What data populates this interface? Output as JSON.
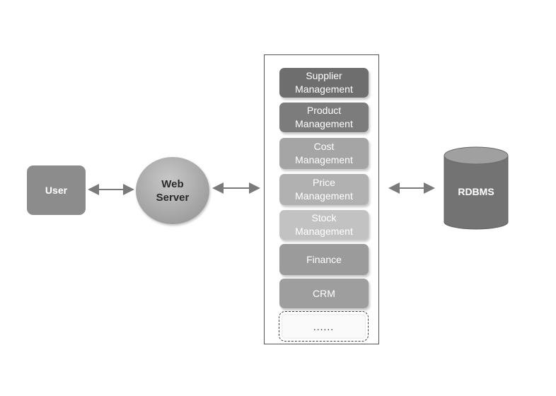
{
  "diagram": {
    "user_label": "User",
    "web_server_label": "Web\nServer",
    "modules": [
      {
        "label": "Supplier\nManagement",
        "color": "#6e6e6e"
      },
      {
        "label": "Product\nManagement",
        "color": "#7c7c7c"
      },
      {
        "label": "Cost\nManagement",
        "color": "#a5a5a5"
      },
      {
        "label": "Price\nManagement",
        "color": "#b1b1b1"
      },
      {
        "label": "Stock\nManagement",
        "color": "#c2c2c2"
      },
      {
        "label": "Finance",
        "color": "#9b9b9b"
      },
      {
        "label": "CRM",
        "color": "#9e9e9e"
      }
    ],
    "more_label": "......",
    "database_label": "RDBMS",
    "colors": {
      "user_box": "#8c8c8c",
      "database_body": "#737373",
      "database_top": "#a0a0a0",
      "arrow": "#7a7a7a"
    }
  }
}
